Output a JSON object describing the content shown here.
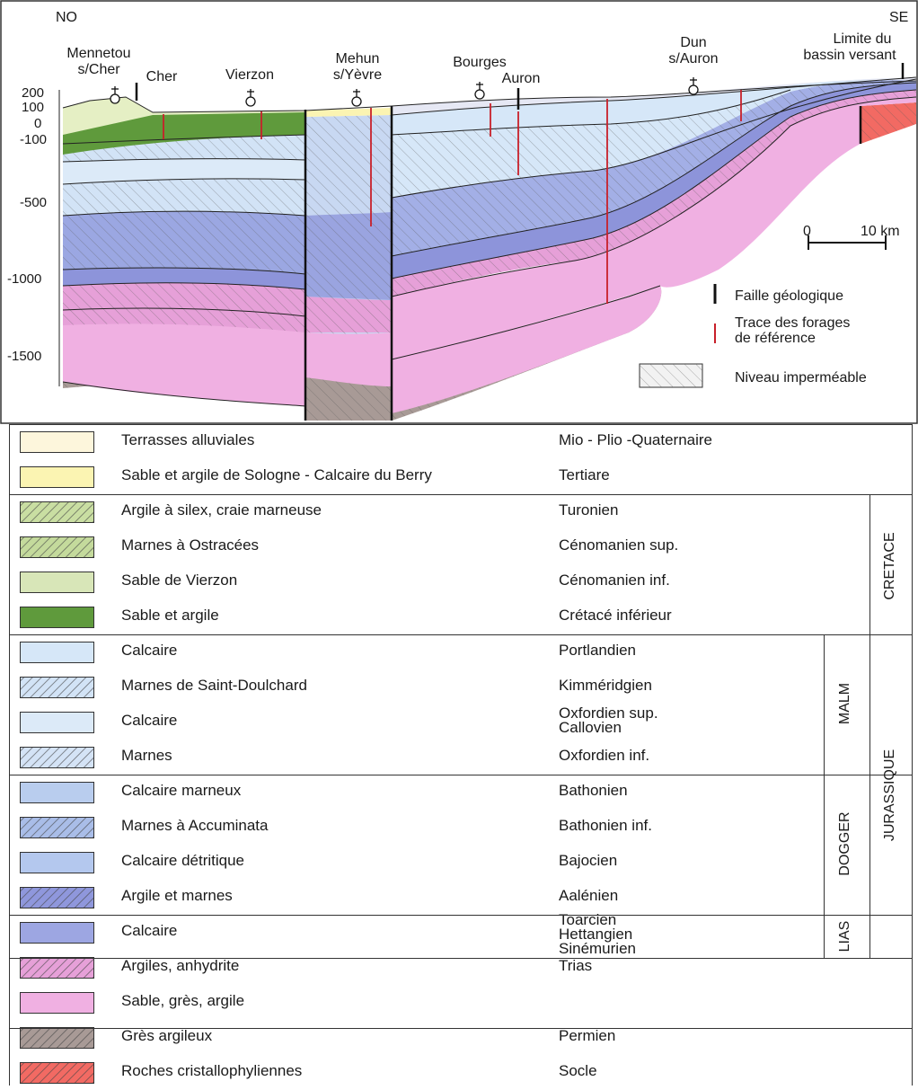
{
  "section": {
    "orientation_left": "NO",
    "orientation_right": "SE",
    "depth_ticks": [
      "200",
      "100",
      "0",
      "-100",
      "-500",
      "-1000",
      "-1500"
    ],
    "places": [
      {
        "name_l1": "Mennetou",
        "name_l2": "s/Cher"
      },
      {
        "name_l1": "Cher",
        "name_l2": ""
      },
      {
        "name_l1": "Vierzon",
        "name_l2": ""
      },
      {
        "name_l1": "Mehun",
        "name_l2": "s/Yèvre"
      },
      {
        "name_l1": "Bourges",
        "name_l2": ""
      },
      {
        "name_l1": "Auron",
        "name_l2": ""
      },
      {
        "name_l1": "Dun",
        "name_l2": "s/Auron"
      },
      {
        "name_l1": "Limite du",
        "name_l2": "bassin versant"
      }
    ],
    "scale": {
      "start": "0",
      "end": "10 km"
    },
    "key": {
      "fault": "Faille géologique",
      "borehole_l1": "Trace des forages",
      "borehole_l2": "de référence",
      "impermeable": "Niveau imperméable"
    }
  },
  "legend": [
    {
      "desc": "Terrasses alluviales",
      "age": "Mio - Plio -Quaternaire",
      "age2": "",
      "age3": "",
      "color": "#fdf6dc",
      "hatch": false
    },
    {
      "desc": "Sable et argile de Sologne - Calcaire du Berry",
      "age": "Tertiare",
      "age2": "",
      "age3": "",
      "color": "#fbf4b2",
      "hatch": false
    },
    {
      "desc": "Argile  à silex, craie marneuse",
      "age": "Turonien",
      "age2": "",
      "age3": "",
      "color": "#c9dea2",
      "hatch": true
    },
    {
      "desc": "Marnes à Ostracées",
      "age": "Cénomanien sup.",
      "age2": "",
      "age3": "",
      "color": "#c4da9c",
      "hatch": true
    },
    {
      "desc": "Sable de Vierzon",
      "age": "Cénomanien inf.",
      "age2": "",
      "age3": "",
      "color": "#d8e6b8",
      "hatch": false
    },
    {
      "desc": "Sable et argile",
      "age": "Crétacé inférieur",
      "age2": "",
      "age3": "",
      "color": "#5f9a3c",
      "hatch": false
    },
    {
      "desc": "Calcaire",
      "age": "Portlandien",
      "age2": "",
      "age3": "",
      "color": "#d6e7f8",
      "hatch": false
    },
    {
      "desc": "Marnes de Saint-Doulchard",
      "age": "Kimméridgien",
      "age2": "",
      "age3": "",
      "color": "#d2e3f6",
      "hatch": true
    },
    {
      "desc": "Calcaire",
      "age": "Oxfordien sup.",
      "age2": "Callovien",
      "age3": "",
      "color": "#dceaf8",
      "hatch": false
    },
    {
      "desc": "Marnes",
      "age": "Oxfordien inf.",
      "age2": "",
      "age3": "",
      "color": "#d4e3f6",
      "hatch": true
    },
    {
      "desc": "Calcaire marneux",
      "age": "Bathonien",
      "age2": "",
      "age3": "",
      "color": "#b9cdee",
      "hatch": false
    },
    {
      "desc": "Marnes à Accuminata",
      "age": "Bathonien inf.",
      "age2": "",
      "age3": "",
      "color": "#a9bde8",
      "hatch": true
    },
    {
      "desc": "Calcaire détritique",
      "age": "Bajocien",
      "age2": "",
      "age3": "",
      "color": "#b4c8ee",
      "hatch": false
    },
    {
      "desc": "Argile et marnes",
      "age": "Aalénien",
      "age2": "",
      "age3": "",
      "color": "#8f97dc",
      "hatch": true
    },
    {
      "desc": "Calcaire",
      "age": "Toarcien",
      "age2": "Hettangien",
      "age3": "Sinémurien",
      "color": "#9da6e2",
      "hatch": false
    },
    {
      "desc": "Argiles, anhydrite",
      "age": "Trias",
      "age2": "",
      "age3": "",
      "color": "#e6a0d8",
      "hatch": true
    },
    {
      "desc": "Sable, grès, argile",
      "age": "",
      "age2": "",
      "age3": "",
      "color": "#f0b0e2",
      "hatch": false
    },
    {
      "desc": "Grès argileux",
      "age": "Permien",
      "age2": "",
      "age3": "",
      "color": "#a89a96",
      "hatch": true
    },
    {
      "desc": "Roches cristallophyliennes",
      "age": "Socle",
      "age2": "",
      "age3": "",
      "color": "#f26a63",
      "hatch": true
    }
  ],
  "groups": {
    "cretace": "CRETACE",
    "jurassique": "JURASSIQUE",
    "malm": "MALM",
    "dogger": "DOGGER",
    "lias": "LIAS"
  }
}
